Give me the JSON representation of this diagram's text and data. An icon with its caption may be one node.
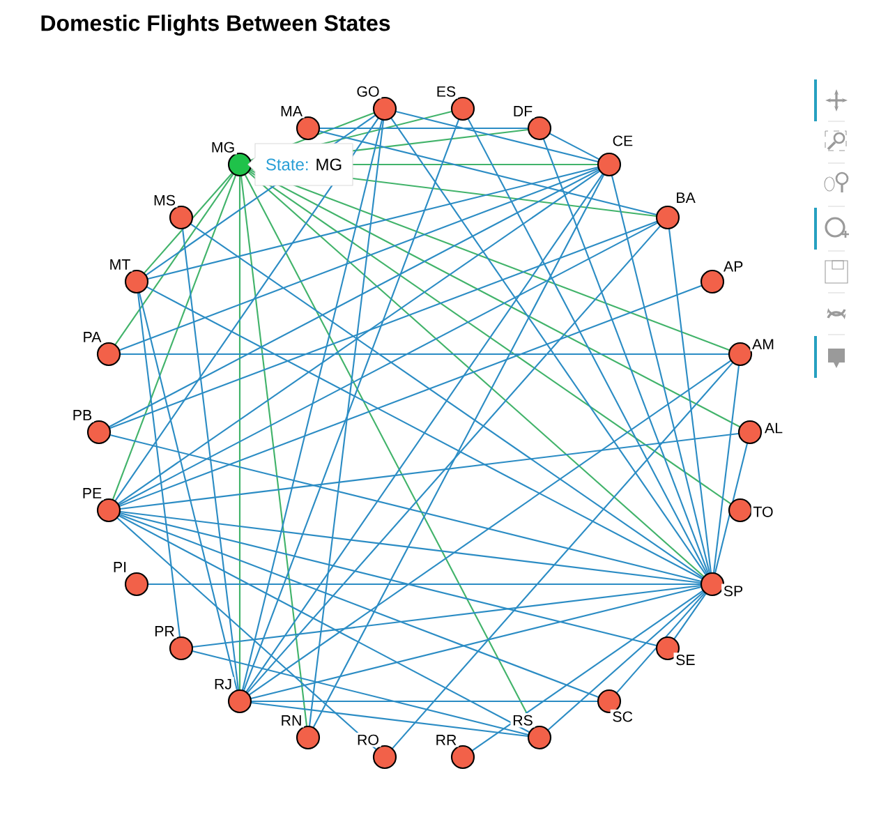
{
  "diagram": {
    "title": "Domestic Flights Between States",
    "nodes": [
      {
        "text": [
          "MG"
        ]
      },
      {
        "text": [
          "MA"
        ]
      },
      {
        "text": [
          "GO"
        ]
      },
      {
        "text": [
          "ES"
        ]
      },
      {
        "text": [
          "DF"
        ]
      },
      {
        "text": [
          "CE"
        ]
      },
      {
        "text": [
          "BA"
        ]
      },
      {
        "text": [
          "AP"
        ]
      },
      {
        "text": [
          "AM"
        ]
      },
      {
        "text": [
          "AL"
        ]
      },
      {
        "text": [
          "TO"
        ]
      },
      {
        "text": [
          "SP"
        ]
      },
      {
        "text": [
          "SE"
        ]
      },
      {
        "text": [
          "SC"
        ]
      },
      {
        "text": [
          "RS"
        ]
      },
      {
        "text": [
          "RR"
        ]
      },
      {
        "text": [
          "RO"
        ]
      },
      {
        "text": [
          "RN"
        ]
      },
      {
        "text": [
          "RJ"
        ]
      },
      {
        "text": [
          "PR"
        ]
      },
      {
        "text": [
          "PI"
        ]
      },
      {
        "text": [
          "PE"
        ]
      },
      {
        "text": [
          "PB"
        ]
      },
      {
        "text": [
          "PA"
        ]
      },
      {
        "text": [
          "MT"
        ]
      },
      {
        "text": [
          "MS"
        ]
      }
    ],
    "labels": [
      "State:",
      "MG"
    ],
    "edges": [
      {
        "from": 0,
        "to": 2,
        "arrow": "none",
        "color": "#41b36a"
      },
      {
        "from": 0,
        "to": 3,
        "arrow": "none",
        "color": "#41b36a"
      },
      {
        "from": 0,
        "to": 4,
        "arrow": "none",
        "color": "#41b36a"
      },
      {
        "from": 0,
        "to": 5,
        "arrow": "none",
        "color": "#41b36a"
      },
      {
        "from": 0,
        "to": 6,
        "arrow": "none",
        "color": "#41b36a"
      },
      {
        "from": 0,
        "to": 8,
        "arrow": "none",
        "color": "#41b36a"
      },
      {
        "from": 0,
        "to": 9,
        "arrow": "none",
        "color": "#41b36a"
      },
      {
        "from": 0,
        "to": 10,
        "arrow": "none",
        "color": "#41b36a"
      },
      {
        "from": 0,
        "to": 11,
        "arrow": "none",
        "color": "#41b36a"
      },
      {
        "from": 0,
        "to": 14,
        "arrow": "none",
        "color": "#41b36a"
      },
      {
        "from": 0,
        "to": 17,
        "arrow": "none",
        "color": "#41b36a"
      },
      {
        "from": 0,
        "to": 18,
        "arrow": "none",
        "color": "#41b36a"
      },
      {
        "from": 0,
        "to": 21,
        "arrow": "none",
        "color": "#41b36a"
      },
      {
        "from": 0,
        "to": 23,
        "arrow": "none",
        "color": "#41b36a"
      },
      {
        "from": 0,
        "to": 24,
        "arrow": "none",
        "color": "#41b36a"
      },
      {
        "from": 11,
        "to": 2,
        "arrow": "none"
      },
      {
        "from": 11,
        "to": 3,
        "arrow": "none"
      },
      {
        "from": 11,
        "to": 4,
        "arrow": "none"
      },
      {
        "from": 11,
        "to": 5,
        "arrow": "none"
      },
      {
        "from": 11,
        "to": 6,
        "arrow": "none"
      },
      {
        "from": 11,
        "to": 8,
        "arrow": "none"
      },
      {
        "from": 11,
        "to": 9,
        "arrow": "none"
      },
      {
        "from": 11,
        "to": 12,
        "arrow": "none"
      },
      {
        "from": 11,
        "to": 13,
        "arrow": "none"
      },
      {
        "from": 11,
        "to": 14,
        "arrow": "none"
      },
      {
        "from": 11,
        "to": 15,
        "arrow": "none"
      },
      {
        "from": 11,
        "to": 18,
        "arrow": "none"
      },
      {
        "from": 11,
        "to": 19,
        "arrow": "none"
      },
      {
        "from": 11,
        "to": 20,
        "arrow": "none"
      },
      {
        "from": 11,
        "to": 21,
        "arrow": "none"
      },
      {
        "from": 11,
        "to": 22,
        "arrow": "none"
      },
      {
        "from": 11,
        "to": 24,
        "arrow": "none"
      },
      {
        "from": 11,
        "to": 25,
        "arrow": "none"
      },
      {
        "from": 5,
        "to": 24,
        "arrow": "none"
      },
      {
        "from": 5,
        "to": 23,
        "arrow": "none"
      },
      {
        "from": 5,
        "to": 21,
        "arrow": "none"
      },
      {
        "from": 5,
        "to": 18,
        "arrow": "none"
      },
      {
        "from": 5,
        "to": 17,
        "arrow": "none"
      },
      {
        "from": 5,
        "to": 2,
        "arrow": "none"
      },
      {
        "from": 5,
        "to": 4,
        "arrow": "none"
      },
      {
        "from": 5,
        "to": 22,
        "arrow": "none"
      },
      {
        "from": 6,
        "to": 21,
        "arrow": "none"
      },
      {
        "from": 6,
        "to": 22,
        "arrow": "none"
      },
      {
        "from": 6,
        "to": 18,
        "arrow": "none"
      },
      {
        "from": 6,
        "to": 1,
        "arrow": "none"
      },
      {
        "from": 8,
        "to": 23,
        "arrow": "none"
      },
      {
        "from": 8,
        "to": 18,
        "arrow": "none"
      },
      {
        "from": 8,
        "to": 16,
        "arrow": "none"
      },
      {
        "from": 9,
        "to": 21,
        "arrow": "none"
      },
      {
        "from": 7,
        "to": 21,
        "arrow": "none"
      },
      {
        "from": 2,
        "to": 18,
        "arrow": "none"
      },
      {
        "from": 2,
        "to": 21,
        "arrow": "none"
      },
      {
        "from": 2,
        "to": 17,
        "arrow": "none"
      },
      {
        "from": 2,
        "to": 24,
        "arrow": "none"
      },
      {
        "from": 3,
        "to": 18,
        "arrow": "none"
      },
      {
        "from": 4,
        "to": 1,
        "arrow": "none"
      },
      {
        "from": 21,
        "to": 13,
        "arrow": "none"
      },
      {
        "from": 21,
        "to": 14,
        "arrow": "none"
      },
      {
        "from": 21,
        "to": 12,
        "arrow": "none"
      },
      {
        "from": 21,
        "to": 16,
        "arrow": "none"
      },
      {
        "from": 19,
        "to": 14,
        "arrow": "none"
      },
      {
        "from": 18,
        "to": 13,
        "arrow": "none"
      },
      {
        "from": 18,
        "to": 14,
        "arrow": "none"
      },
      {
        "from": 24,
        "to": 19,
        "arrow": "none"
      },
      {
        "from": 24,
        "to": 18,
        "arrow": "none"
      },
      {
        "from": 25,
        "to": 18,
        "arrow": "none"
      }
    ]
  }
}
